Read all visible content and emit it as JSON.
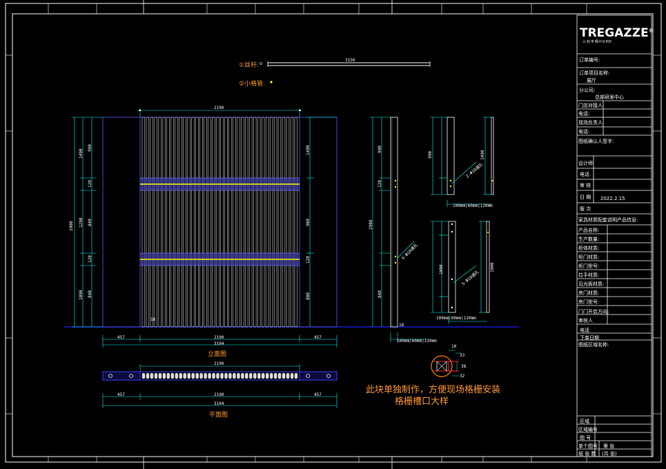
{
  "title_block": {
    "brand": "TREGAZZE",
    "brand_mark": "®",
    "brand_sub": "三利宇杨HOME",
    "order_no_label": "订单编号:",
    "project_name_label": "订单项目名称:",
    "project_name_value": "展厅",
    "branch_label": "分公司:",
    "branch_value": "总部研发中心",
    "store_contact_label": "门店对接人:",
    "phone_label_1": "电话:",
    "site_manager_label": "现场负责人:",
    "phone_label_2": "电话:",
    "confirm_label": "图纸确认人签字:",
    "designer_label": "设计师",
    "phone_label_3": "电话",
    "reviewer_label": "审 核",
    "date_label": "日 期",
    "date_value": "2022.2.15",
    "version_label": "版 次",
    "materials_label": "家具材质配套说明产品信息:",
    "product_name_label": "产品名称:",
    "production_qty_label": "生产数量:",
    "cabinet_material_label": "柜体材质:",
    "door_material_label": "柜门材质:",
    "door_model_label": "柜门型号:",
    "handle_material_label": "拉手材质:",
    "glass_material_label": "见光板材质:",
    "room_door_material_label": "房门材质:",
    "room_door_model_label": "房门型号:",
    "door_open_label": "门门开启方向:",
    "signer_label": "审核人",
    "phone_label_4": "电话",
    "order_date_label": "下单日期",
    "drawing_zone_label": "图纸区域名称:",
    "zone_label": "区域",
    "zone_no_label": "区域编号",
    "drawing_no_label": "图 号",
    "sheet_label": "单个图号",
    "sheet_value": "第   张",
    "total_label": "纸 张 数",
    "total_value": "(共   张)"
  },
  "legend": {
    "item1_label": "①丝杆:",
    "item1_dim": "3150",
    "item2_label": "②小格管:"
  },
  "front_view": {
    "title": "立面图",
    "top_dim": "2190",
    "bottom_dim_left": "457",
    "bottom_dim_mid": "2190",
    "bottom_dim_right": "457",
    "bottom_total": "3104",
    "left_dims": [
      "1490",
      "2980",
      "120",
      "1290",
      "120",
      "1090"
    ],
    "left_dims_inner": [
      "990",
      "840",
      "848"
    ],
    "right_dims": [
      "1490",
      "960",
      "120",
      "800"
    ],
    "bar_mark": "18"
  },
  "plan_view": {
    "title": "平面图",
    "top_dim": "2190",
    "bottom_dim_left": "457",
    "bottom_dim_mid": "2190",
    "bottom_dim_right": "457",
    "bottom_total": "3104"
  },
  "side_view": {
    "dims": [
      "990",
      "2980",
      "120",
      "848"
    ],
    "note": "4-Φ10通孔",
    "bottom_dim": "100mm|60mm|120mm",
    "mark": "18"
  },
  "detail_top": {
    "dims": [
      "990",
      "1490"
    ],
    "note": "2-Φ10通孔",
    "bottom_dim": "100mm|60mm|120mm"
  },
  "detail_bottom": {
    "dims": [
      "1090",
      "1000"
    ],
    "note": "5-Φ10通孔",
    "bottom_dim": "100mm|60mm|120mm"
  },
  "section_detail": {
    "dims": [
      "10",
      "33",
      "38",
      "32"
    ]
  },
  "annotations": {
    "note1": "此块单独制作，方便现场格栅安装",
    "note2": "格栅槽口大样"
  }
}
